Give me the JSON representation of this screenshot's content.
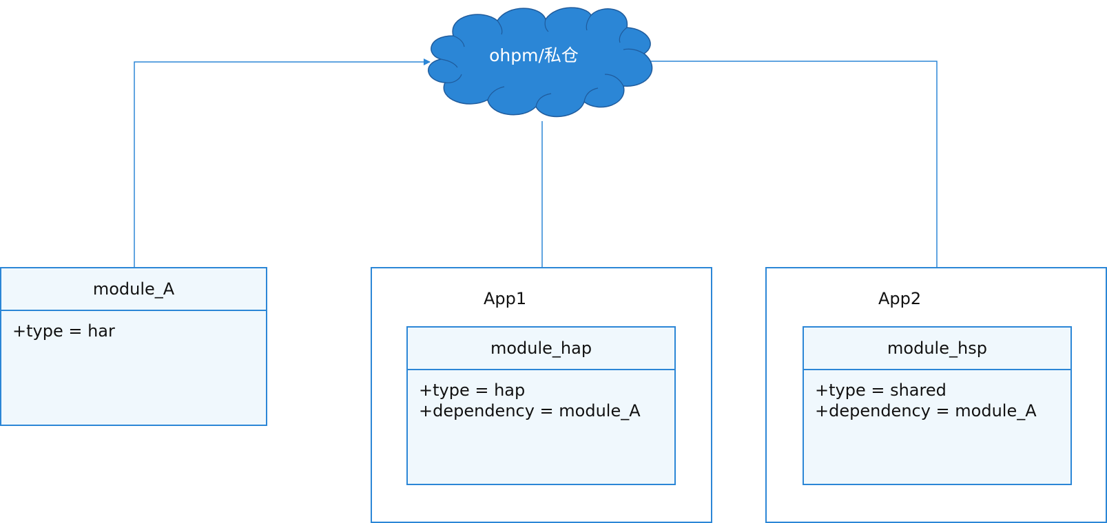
{
  "colors": {
    "primary": "#2b86d6",
    "cloud_fill": "#2b86d6",
    "cloud_stroke": "#1f5b9c",
    "box_fill": "#f0f8fd",
    "line": "#2b86d6",
    "text": "#111111",
    "cloud_text": "#ffffff"
  },
  "cloud": {
    "label": "ohpm/私仓",
    "icon": "cloud-icon"
  },
  "module_a": {
    "title": "module_A",
    "attrs": [
      "+type = har"
    ]
  },
  "app1": {
    "label": "App1",
    "module": {
      "title": "module_hap",
      "attrs": [
        "+type = hap",
        "+dependency = module_A"
      ]
    }
  },
  "app2": {
    "label": "App2",
    "module": {
      "title": "module_hsp",
      "attrs": [
        "+type = shared",
        "+dependency = module_A"
      ]
    }
  }
}
